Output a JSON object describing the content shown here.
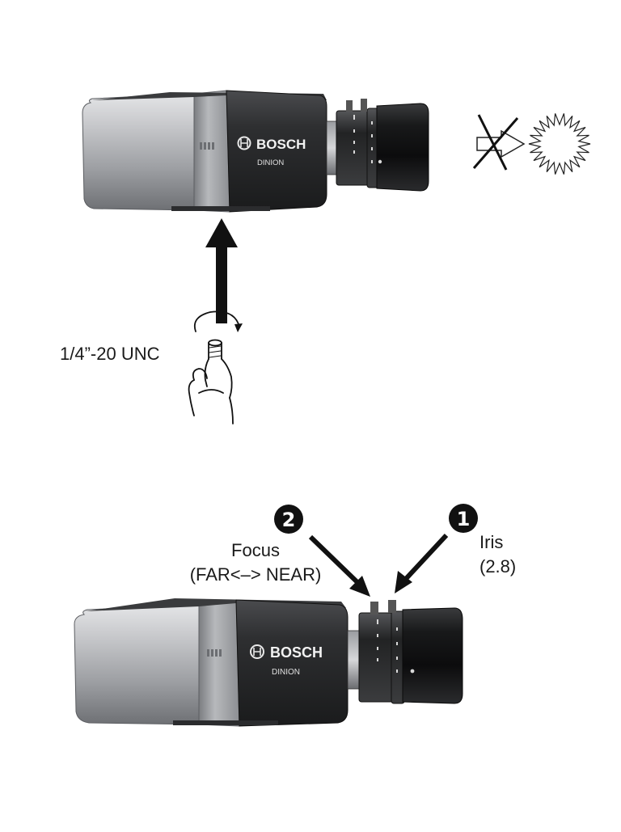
{
  "camera_brand": "BOSCH",
  "camera_model": "DINION",
  "mount_thread": "1/4”-20 UNC",
  "callouts": [
    {
      "number": "2",
      "title": "Focus",
      "detail": "(FAR<–> NEAR)"
    },
    {
      "number": "1",
      "title": "Iris",
      "detail": "(2.8)"
    }
  ],
  "colors": {
    "ink": "#111111",
    "body_light": "#c8c9cb",
    "body_dark": "#2b2c2e"
  },
  "icons": [
    "mount-arrow-icon",
    "rotate-arrow-icon",
    "hand-icon",
    "no-direct-light-icon",
    "sun-burst-icon",
    "callout-arrow-icon"
  ]
}
